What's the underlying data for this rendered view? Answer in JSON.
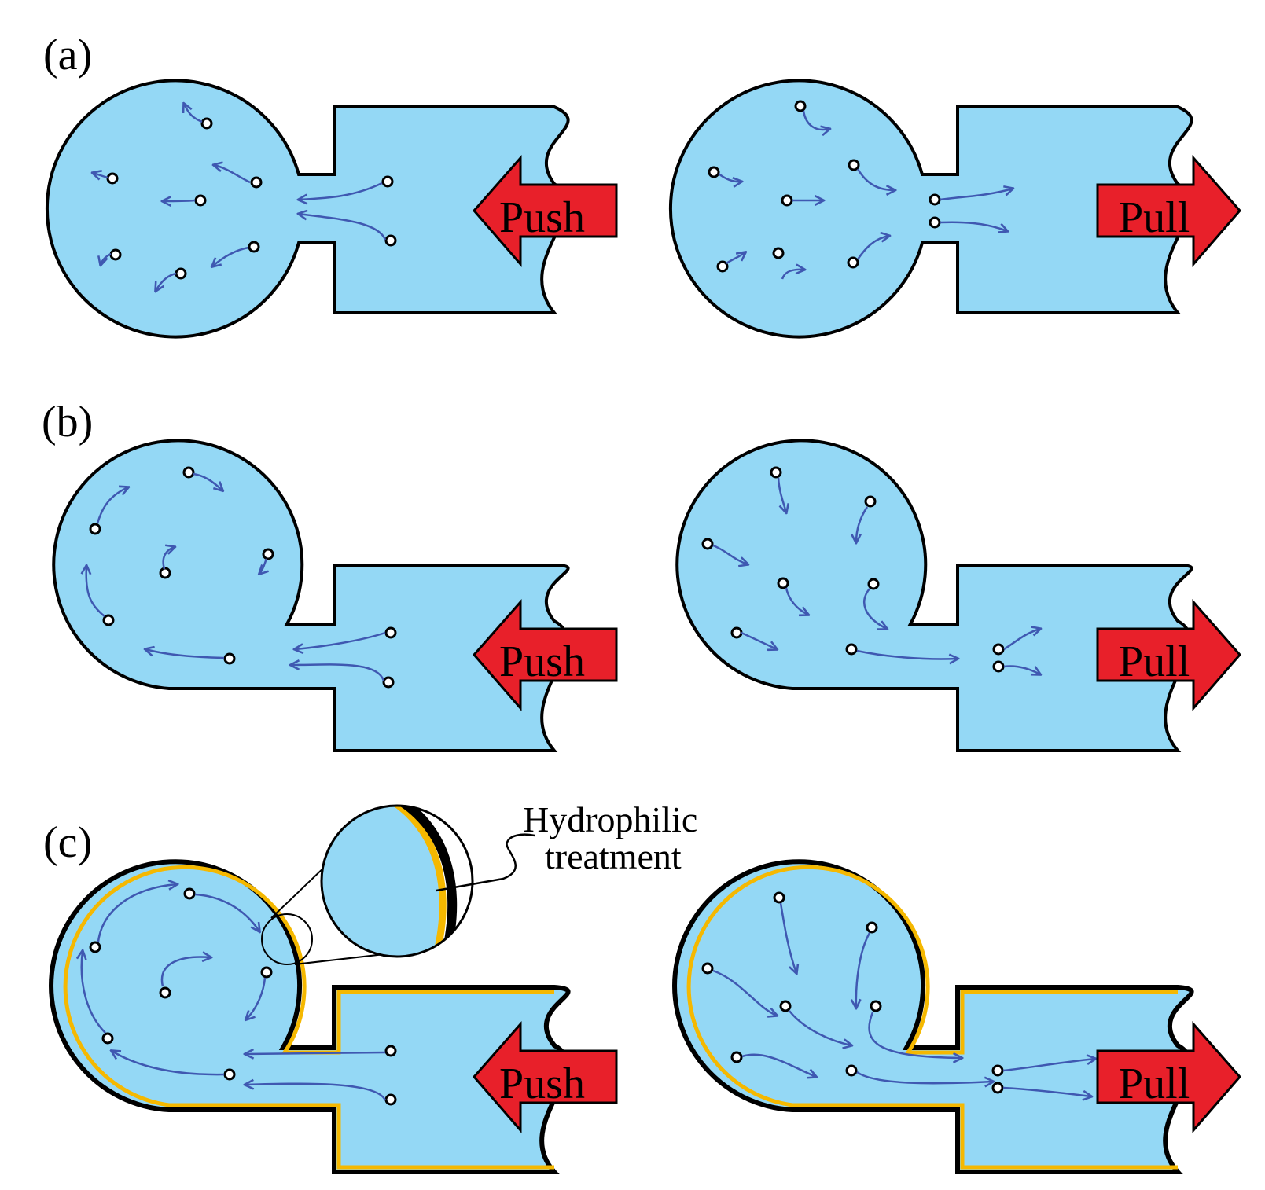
{
  "figure": {
    "panels": [
      {
        "label": "(a)"
      },
      {
        "label": "(b)"
      },
      {
        "label": "(c)"
      }
    ],
    "push_label": "Push",
    "pull_label": "Pull",
    "annotation": {
      "line1": "Hydrophilic",
      "line2": "treatment"
    }
  },
  "colors": {
    "fluid": "#94d8f5",
    "wall": "#000000",
    "coating": "#f5b800",
    "flow_arrow": "#3f58b1",
    "action_arrow": "#e8202a"
  },
  "icons": [
    "particle-icon",
    "flow-arrow-icon",
    "push-arrow-icon",
    "pull-arrow-icon",
    "zoom-inset-icon"
  ]
}
